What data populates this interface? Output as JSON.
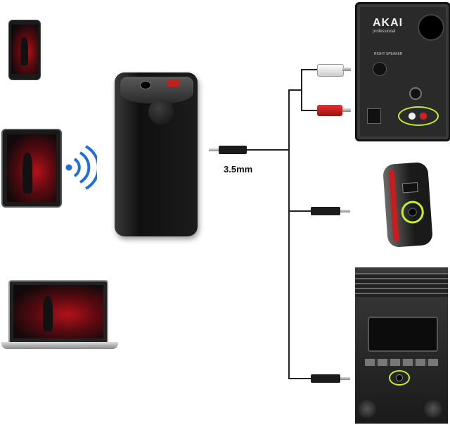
{
  "cable_label": "3.5mm",
  "speaker_brand": "AKAI",
  "speaker_brand_sub": "professional",
  "speaker_panel_text": "RIGHT SPEAKER",
  "colors": {
    "highlight": "#c6ef2a",
    "red_plug": "#d42020",
    "device_black": "#1c1c1c",
    "screen_red": "#b3121a"
  },
  "icons": [
    "bluetooth-waves-icon",
    "audio-jack-icon",
    "rca-plug-icon"
  ]
}
